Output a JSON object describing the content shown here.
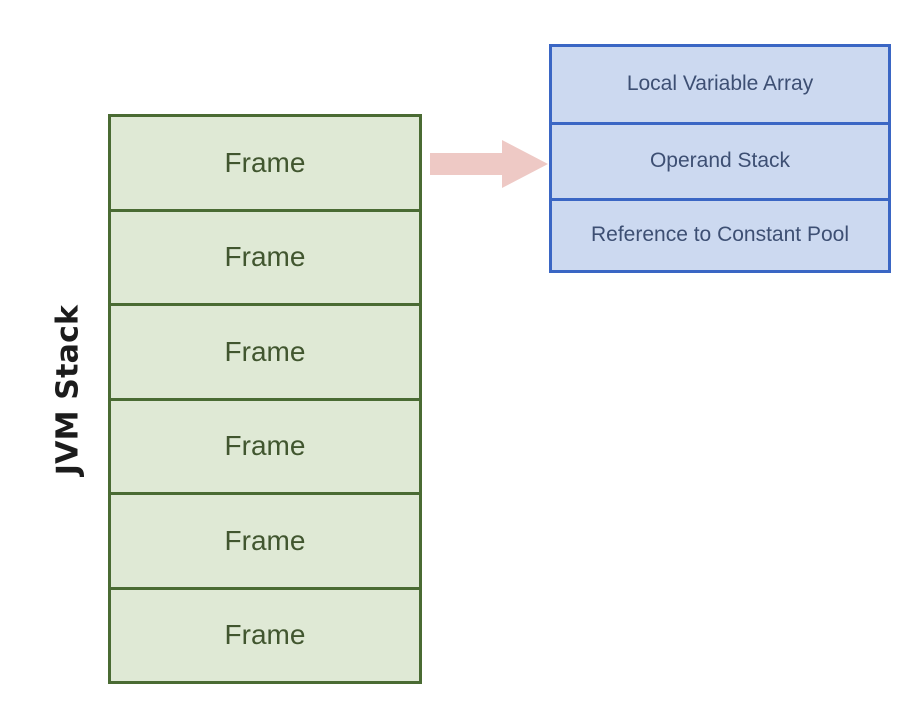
{
  "diagram": {
    "title_label": "JVM Stack",
    "background_color": "#ffffff",
    "stack": {
      "name": "JVM Stack",
      "fill_color": "#dfe9d5",
      "border_color": "#4a6b33",
      "text_color": "#41562f",
      "frames": [
        {
          "label": "Frame"
        },
        {
          "label": "Frame"
        },
        {
          "label": "Frame"
        },
        {
          "label": "Frame"
        },
        {
          "label": "Frame"
        },
        {
          "label": "Frame"
        }
      ]
    },
    "arrow": {
      "direction": "right",
      "color": "#eec9c5",
      "from": "JVM Stack top Frame",
      "to": "Frame detail box"
    },
    "frame_detail": {
      "fill_color": "#ccd9f0",
      "border_color": "#3a66c4",
      "text_color": "#3d4f73",
      "rows": [
        {
          "label": "Local Variable Array"
        },
        {
          "label": "Operand Stack"
        },
        {
          "label": "Reference to Constant Pool"
        }
      ]
    }
  }
}
